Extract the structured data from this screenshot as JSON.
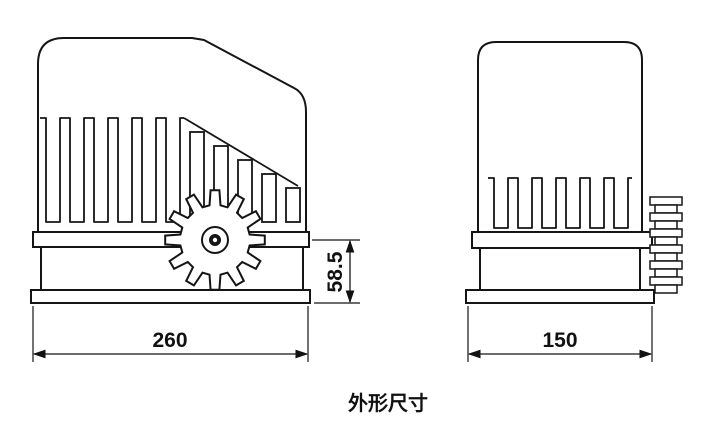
{
  "caption": "外形尺寸",
  "views": {
    "front": {
      "width_label": "260",
      "height_label": "58.5"
    },
    "side": {
      "width_label": "150"
    }
  },
  "colors": {
    "line": "#151515",
    "background": "#ffffff"
  }
}
